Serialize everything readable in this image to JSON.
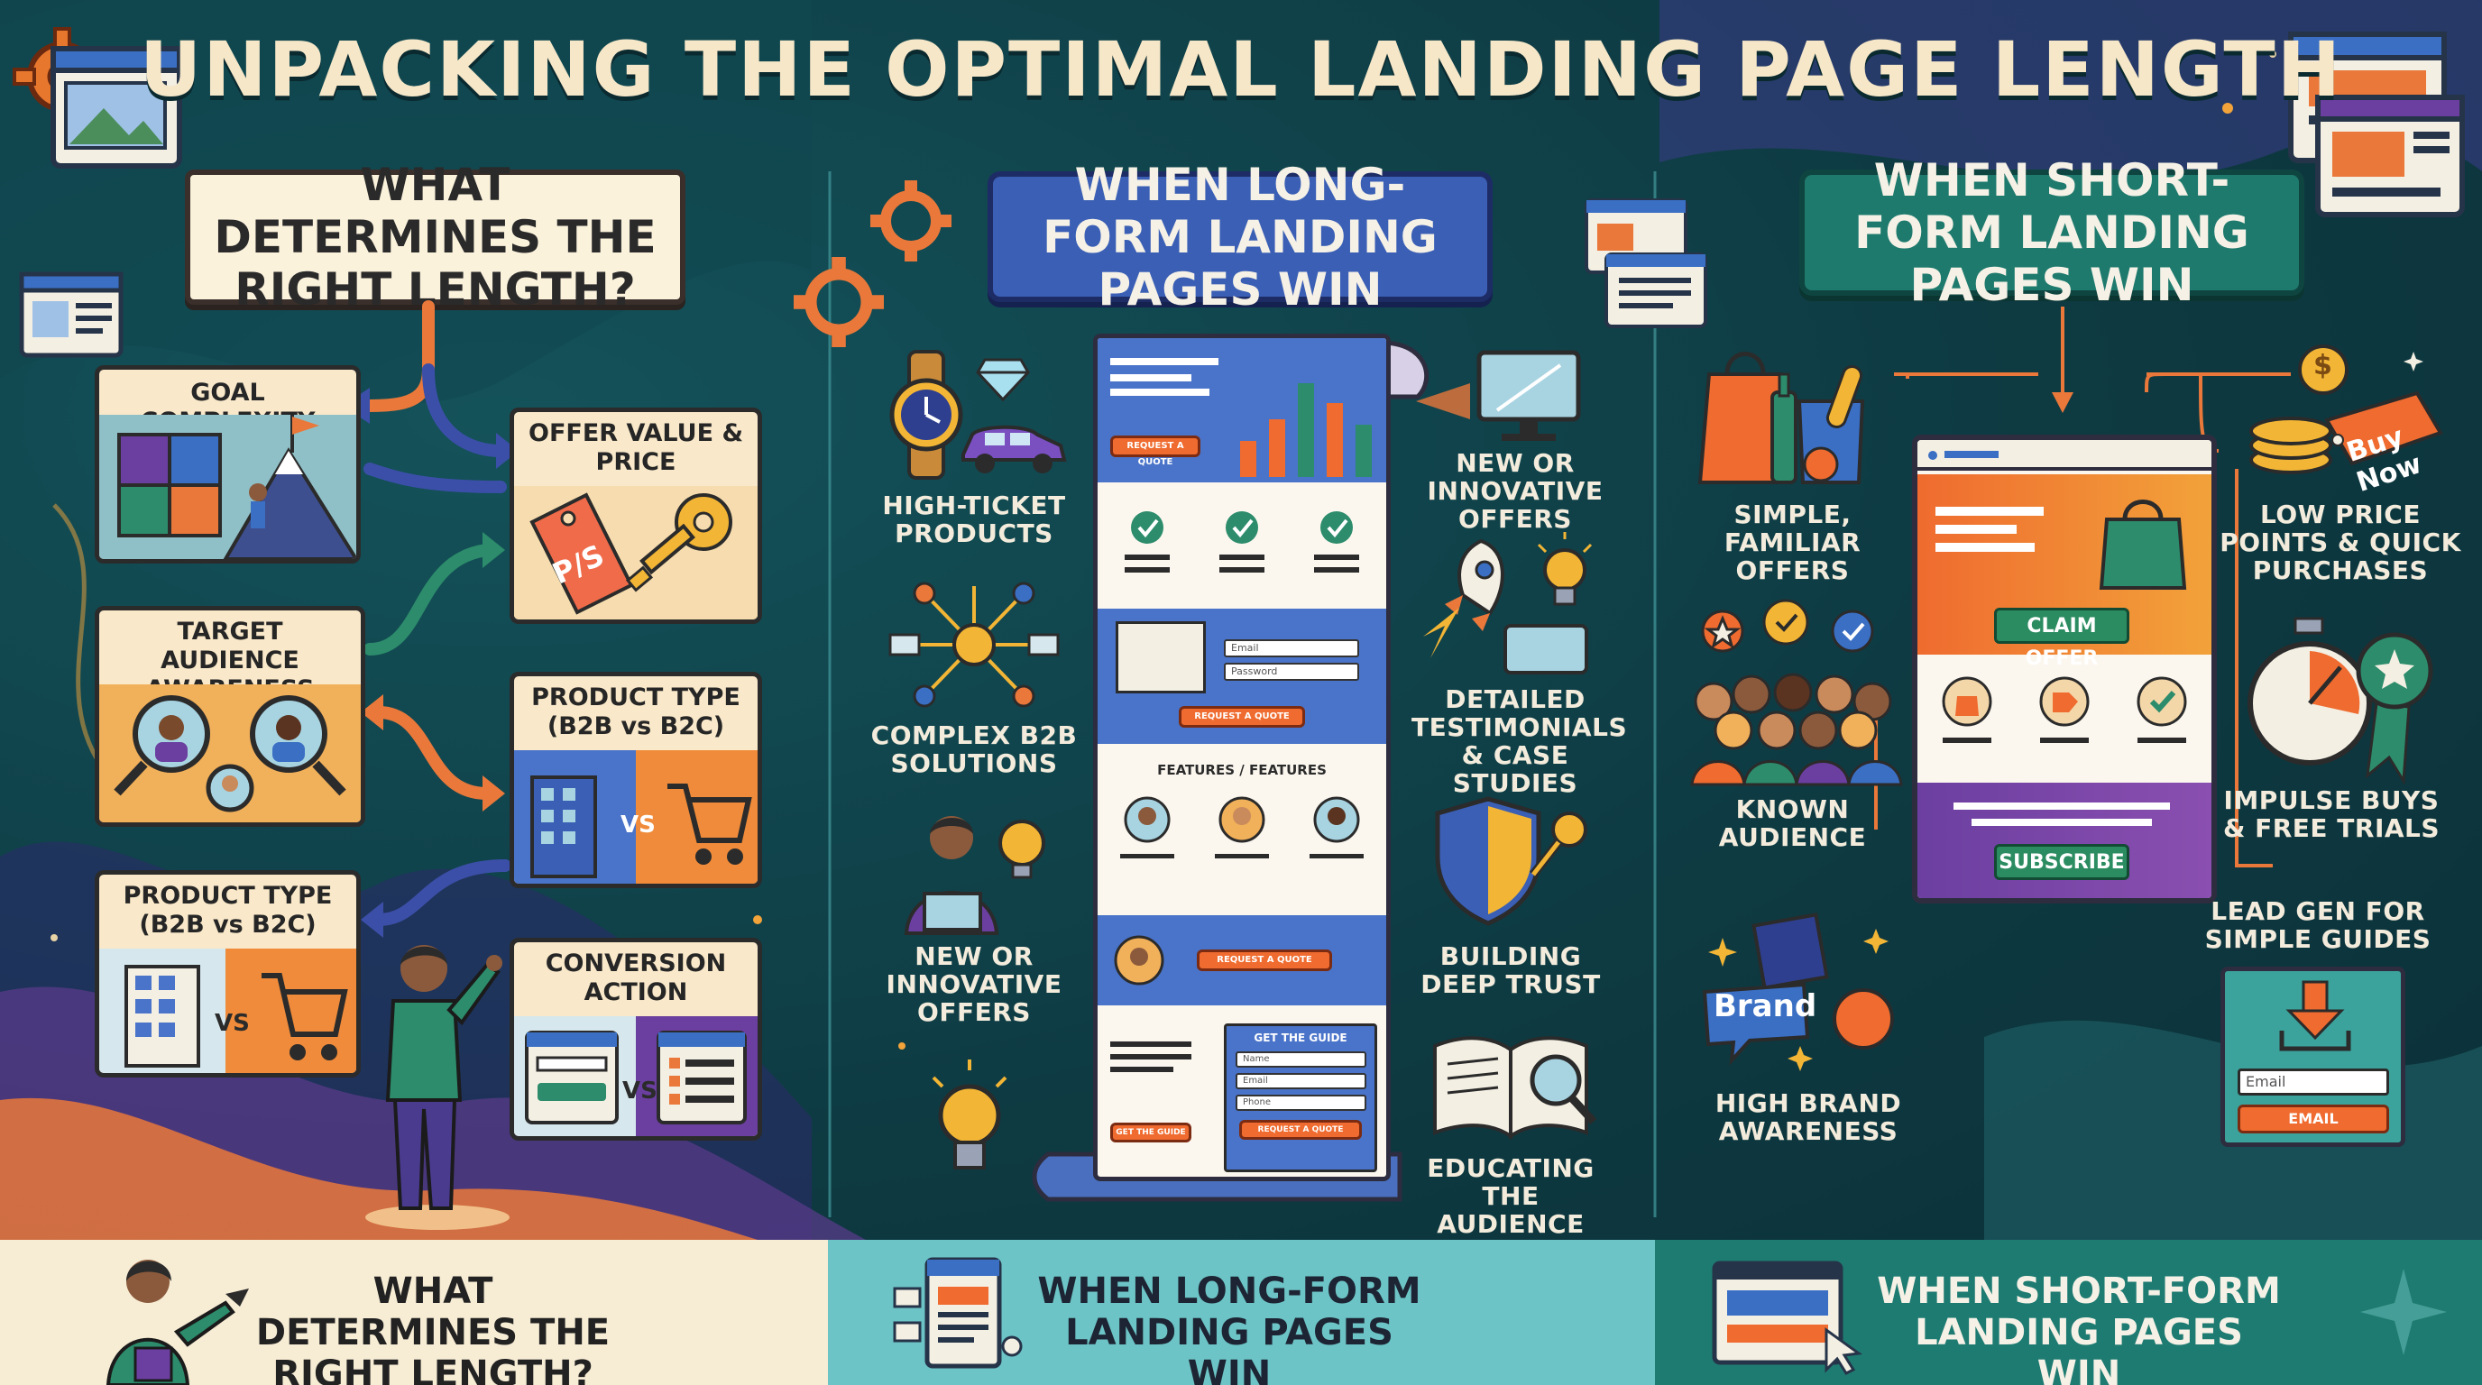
{
  "title": "UNPACKING THE OPTIMAL LANDING PAGE LENGTH",
  "sections": {
    "determines": "WHAT DETERMINES THE RIGHT LENGTH?",
    "long_form": "WHEN LONG-FORM LANDING PAGES WIN",
    "short_form": "WHEN SHORT-FORM LANDING PAGES WIN"
  },
  "factors": {
    "goal_complexity": "GOAL COMPLEXITY",
    "offer_value": "OFFER VALUE & PRICE",
    "target_audience": "TARGET AUDIENCE AWARENESS",
    "product_type_right": "PRODUCT TYPE (B2B vs B2C)",
    "product_type_left": "PRODUCT TYPE (B2B vs B2C)",
    "conversion_action": "CONVERSION ACTION",
    "tag_text": "P/S",
    "vs": "VS"
  },
  "long_form": {
    "high_ticket": "HIGH-TICKET PRODUCTS",
    "complex_b2b": "COMPLEX B2B SOLUTIONS",
    "new_innovative_left": "NEW OR INNOVATIVE OFFERS",
    "new_innovative_right": "NEW OR INNOVATIVE OFFERS",
    "testimonials": "DETAILED TESTIMONIALS & CASE STUDIES",
    "deep_trust": "BUILDING DEEP TRUST",
    "educating": "EDUCATING THE AUDIENCE",
    "page": {
      "request_quote": "REQUEST A QUOTE",
      "features": "FEATURES / FEATURES",
      "email": "Email",
      "password": "Password",
      "get_guide": "GET THE GUIDE",
      "name": "Name",
      "phone": "Phone"
    }
  },
  "short_form": {
    "simple_offers": "SIMPLE, FAMILIAR OFFERS",
    "low_price": "LOW PRICE POINTS & QUICK PURCHASES",
    "known_audience": "KNOWN AUDIENCE",
    "impulse": "IMPULSE BUYS & FREE TRIALS",
    "brand_awareness": "HIGH BRAND AWARENESS",
    "lead_gen": "LEAD GEN FOR SIMPLE GUIDES",
    "buy_now": "Buy Now",
    "brand": "Brand",
    "claim_offer": "CLAIM OFFER",
    "subscribe": "SUBSCRIBE",
    "email_placeholder": "Email",
    "email_button": "EMAIL",
    "coin": "$"
  },
  "footer": {
    "determines": "WHAT DETERMINES THE RIGHT LENGTH?",
    "long_form": "WHEN LONG-FORM LANDING PAGES WIN",
    "short_form": "WHEN SHORT-FORM LANDING PAGES WIN"
  },
  "colors": {
    "background": "#0f3f46",
    "cream": "#fbf2dc",
    "accent_orange": "#ef6b2f",
    "blue": "#3a5fb5",
    "teal": "#1f7a6e",
    "purple": "#6b3fa0"
  }
}
